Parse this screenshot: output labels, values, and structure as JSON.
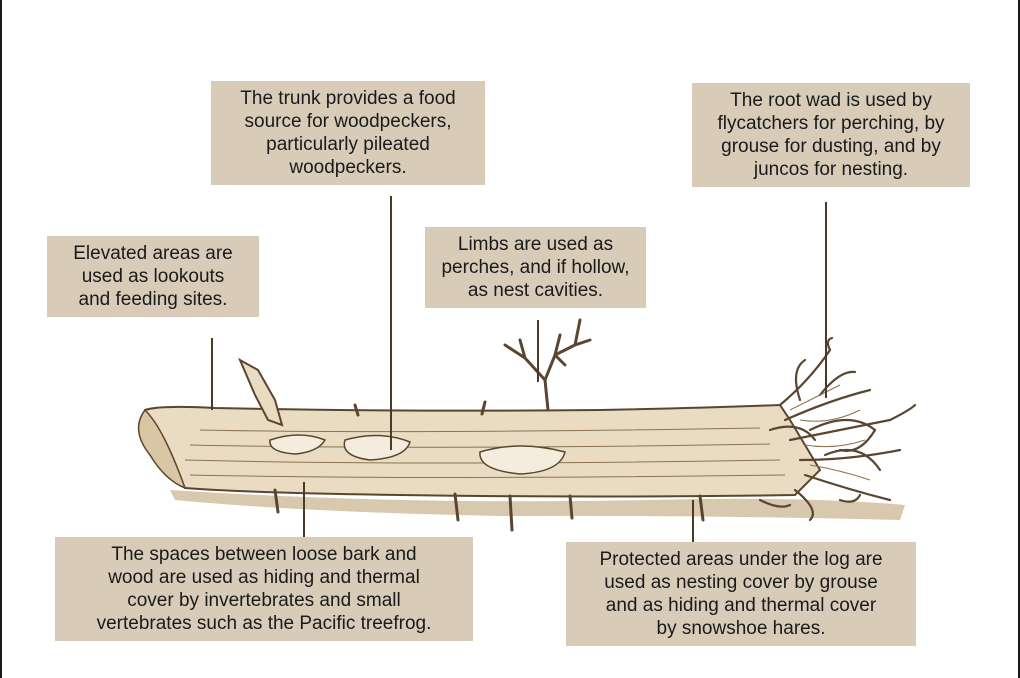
{
  "colors": {
    "label_background": "#d8ccb8",
    "log_ink": "#5a4630",
    "log_fill": "#e9dcc3",
    "log_shade": "#c7b08c"
  },
  "labels": {
    "trunk": [
      "The trunk provides a food",
      "source for woodpeckers,",
      "particularly pileated",
      "woodpeckers."
    ],
    "root_wad": [
      "The root wad is used by",
      "flycatchers for perching, by",
      "grouse for dusting, and by",
      "juncos for nesting."
    ],
    "elevated": [
      "Elevated areas are",
      "used as lookouts",
      "and feeding sites."
    ],
    "limbs": [
      "Limbs are used as",
      "perches, and if hollow,",
      "as nest cavities."
    ],
    "bark": [
      "The spaces between loose bark and",
      "wood are used as hiding and thermal",
      "cover by invertebrates and small",
      "vertebrates such as the Pacific treefrog."
    ],
    "under_log": [
      "Protected areas under the log are",
      "used as nesting cover by grouse",
      "and as hiding and thermal cover",
      "by snowshoe hares."
    ]
  }
}
